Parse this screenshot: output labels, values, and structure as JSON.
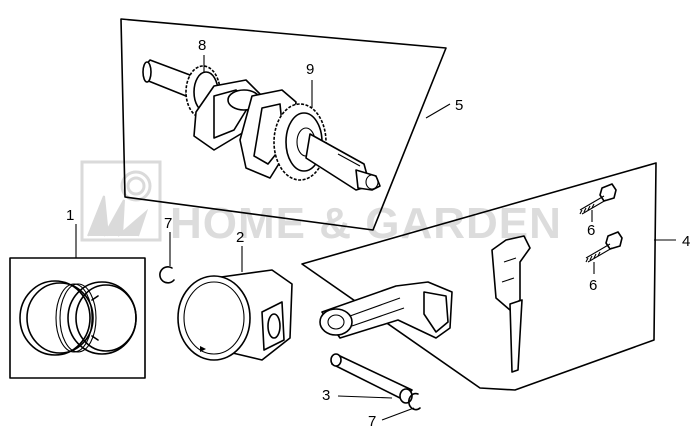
{
  "watermark": {
    "text": "HOME & GARDEN",
    "logo": "grass-sun-logo-icon"
  },
  "callouts": [
    {
      "id": "8",
      "label": "8"
    },
    {
      "id": "9",
      "label": "9"
    },
    {
      "id": "5",
      "label": "5"
    },
    {
      "id": "1",
      "label": "1"
    },
    {
      "id": "7a",
      "label": "7"
    },
    {
      "id": "2",
      "label": "2"
    },
    {
      "id": "6a",
      "label": "6"
    },
    {
      "id": "6b",
      "label": "6"
    },
    {
      "id": "4",
      "label": "4"
    },
    {
      "id": "3",
      "label": "3"
    },
    {
      "id": "7b",
      "label": "7"
    }
  ],
  "parts": {
    "crankshaft": "crankshaft-icon",
    "gear_8": "timing-gear-icon",
    "gear_9": "crank-gear-icon",
    "piston_rings": "piston-rings-icon",
    "clip": "circlip-icon",
    "piston": "piston-icon",
    "bolt": "connecting-rod-bolt-icon",
    "connecting_rod": "connecting-rod-icon",
    "rod_cap": "rod-cap-icon",
    "piston_pin": "piston-pin-icon"
  },
  "colors": {
    "ink": "#000000",
    "watermark": "#d9d9d9",
    "background": "#ffffff"
  }
}
